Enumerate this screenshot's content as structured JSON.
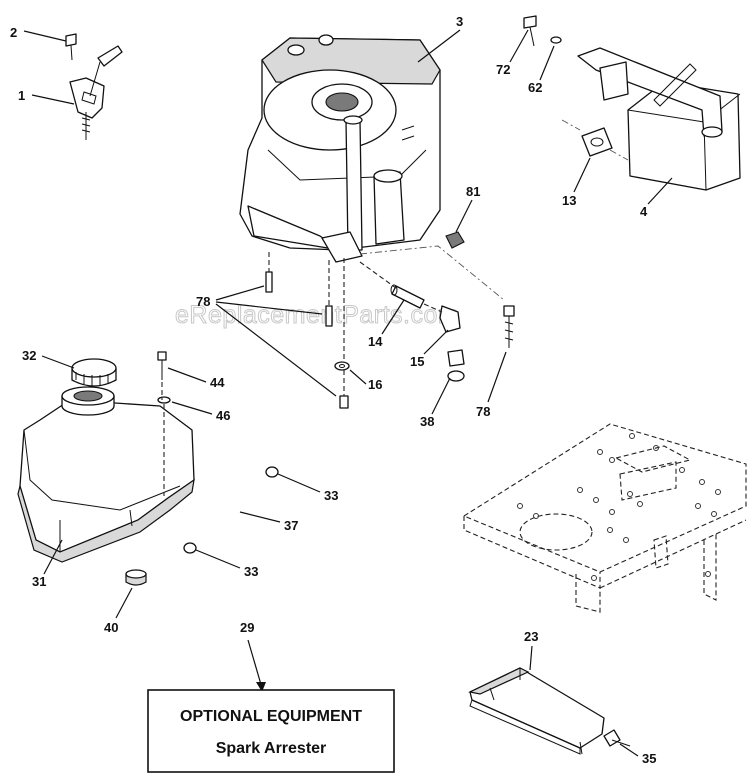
{
  "watermark": "eReplacementParts.com",
  "callouts": {
    "c1": "1",
    "c2": "2",
    "c3": "3",
    "c4": "4",
    "c13": "13",
    "c14": "14",
    "c15": "15",
    "c16": "16",
    "c23": "23",
    "c29": "29",
    "c31": "31",
    "c32": "32",
    "c33a": "33",
    "c33b": "33",
    "c35": "35",
    "c37": "37",
    "c38": "38",
    "c40": "40",
    "c44": "44",
    "c46": "46",
    "c62": "62",
    "c72": "72",
    "c78a": "78",
    "c78b": "78",
    "c81": "81"
  },
  "optional_box": {
    "title": "OPTIONAL EQUIPMENT",
    "subtitle": "Spark Arrester"
  }
}
